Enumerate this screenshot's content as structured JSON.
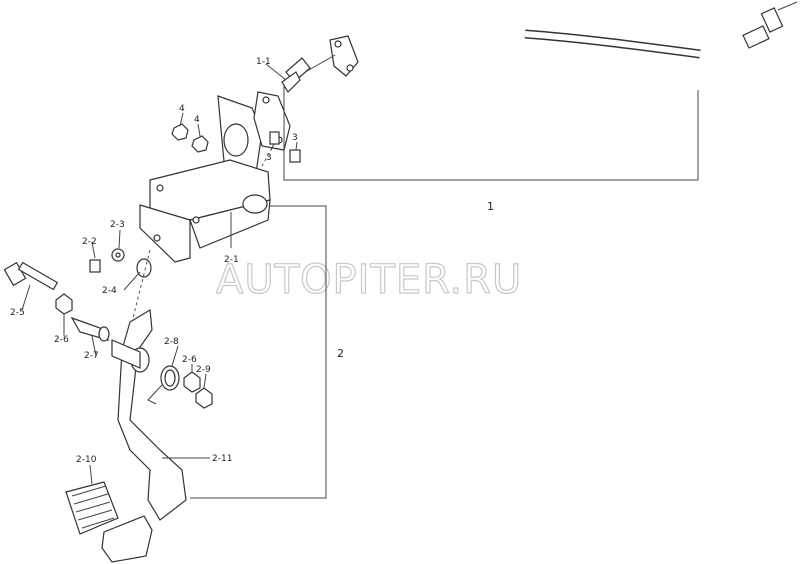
{
  "watermark": "AUTOPITER.RU",
  "callouts": {
    "c1": "1",
    "c1_1": "1-1",
    "c2": "2",
    "c2_1": "2-1",
    "c2_2": "2-2",
    "c2_3": "2-3",
    "c2_4": "2-4",
    "c2_5": "2-5",
    "c2_6": "2-6",
    "c2_7": "2-7",
    "c2_8": "2-8",
    "c2_6b": "2-6",
    "c2_9": "2-9",
    "c2_10": "2-10",
    "c2_11": "2-11",
    "c3a": "3",
    "c3b": "3",
    "c4a": "4",
    "c4b": "4"
  }
}
